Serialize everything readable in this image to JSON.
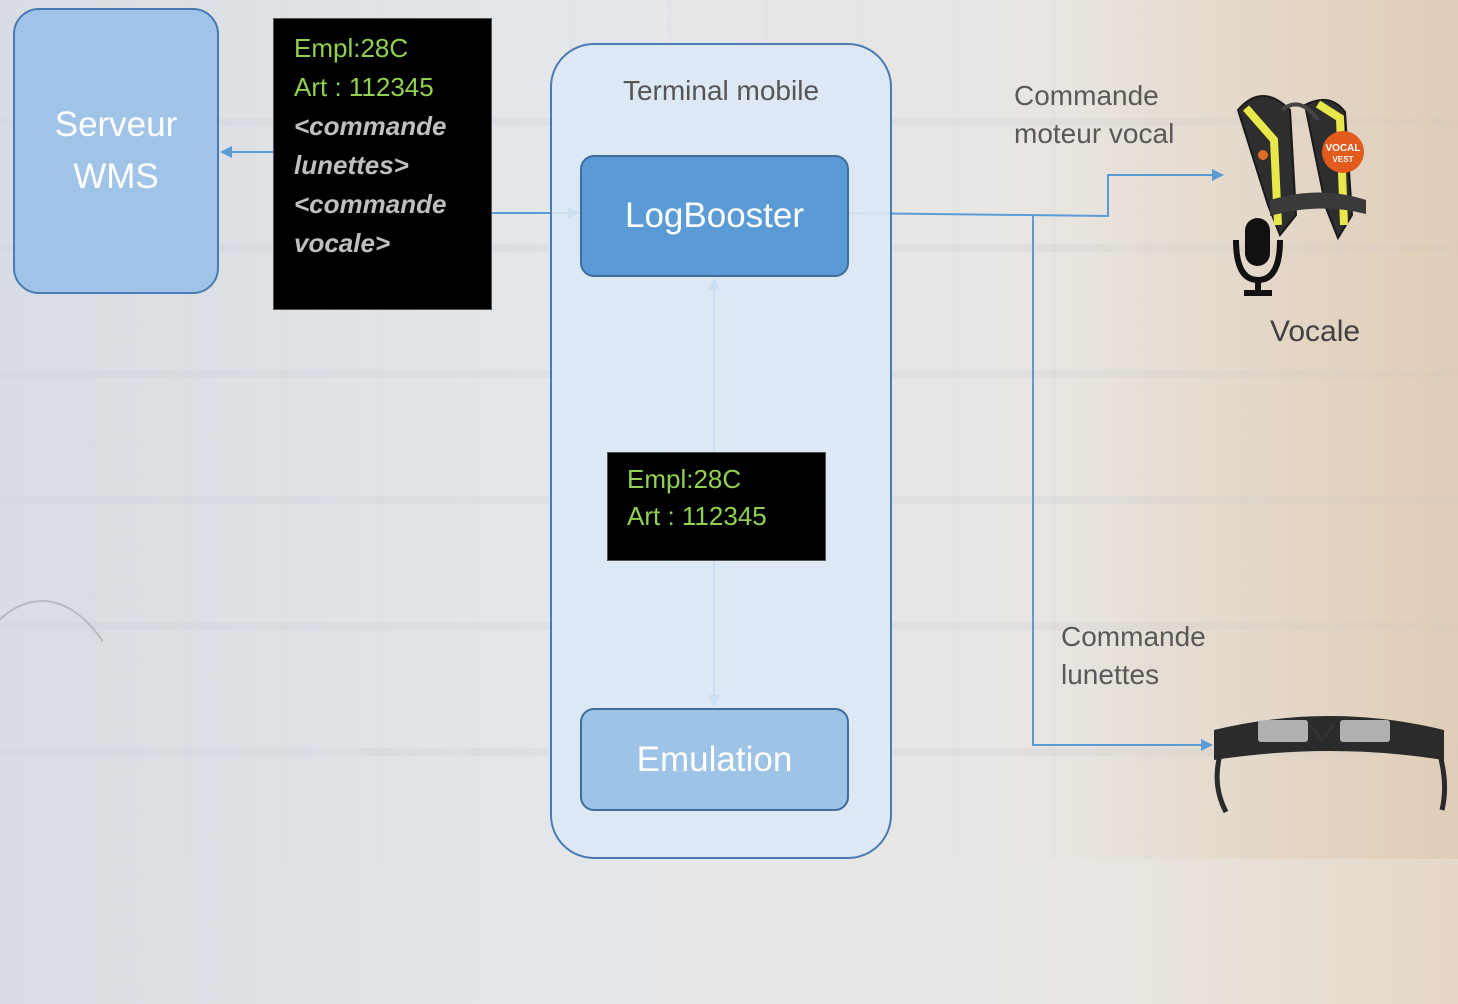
{
  "server": {
    "label": "Serveur WMS"
  },
  "message_top": {
    "lines_green": [
      "Empl:28C",
      "Art : 112345"
    ],
    "lines_italic": [
      "<commande",
      "lunettes>",
      "<commande",
      "vocale>"
    ]
  },
  "terminal": {
    "title": "Terminal mobile"
  },
  "logbooster": {
    "label": "LogBooster"
  },
  "message_mid": {
    "lines_green": [
      "Empl:28C",
      "Art : 112345"
    ]
  },
  "emulation": {
    "label": "Emulation"
  },
  "labels": {
    "commande_moteur": [
      "Commande",
      "moteur vocal"
    ],
    "commande_lunettes": [
      "Commande",
      "lunettes"
    ],
    "vocale": "Vocale"
  },
  "vest_logo": {
    "line1": "VOCAL",
    "line2": "VEST"
  },
  "colors": {
    "connector": "#5b9bd5",
    "server_fill": "#a0c4e8",
    "logbooster_fill": "#5b9bd5",
    "emulation_fill": "#9dc3e6",
    "message_green": "#92d050"
  },
  "icons": [
    "microphone-icon",
    "vocal-vest-icon",
    "smart-glasses-icon"
  ]
}
